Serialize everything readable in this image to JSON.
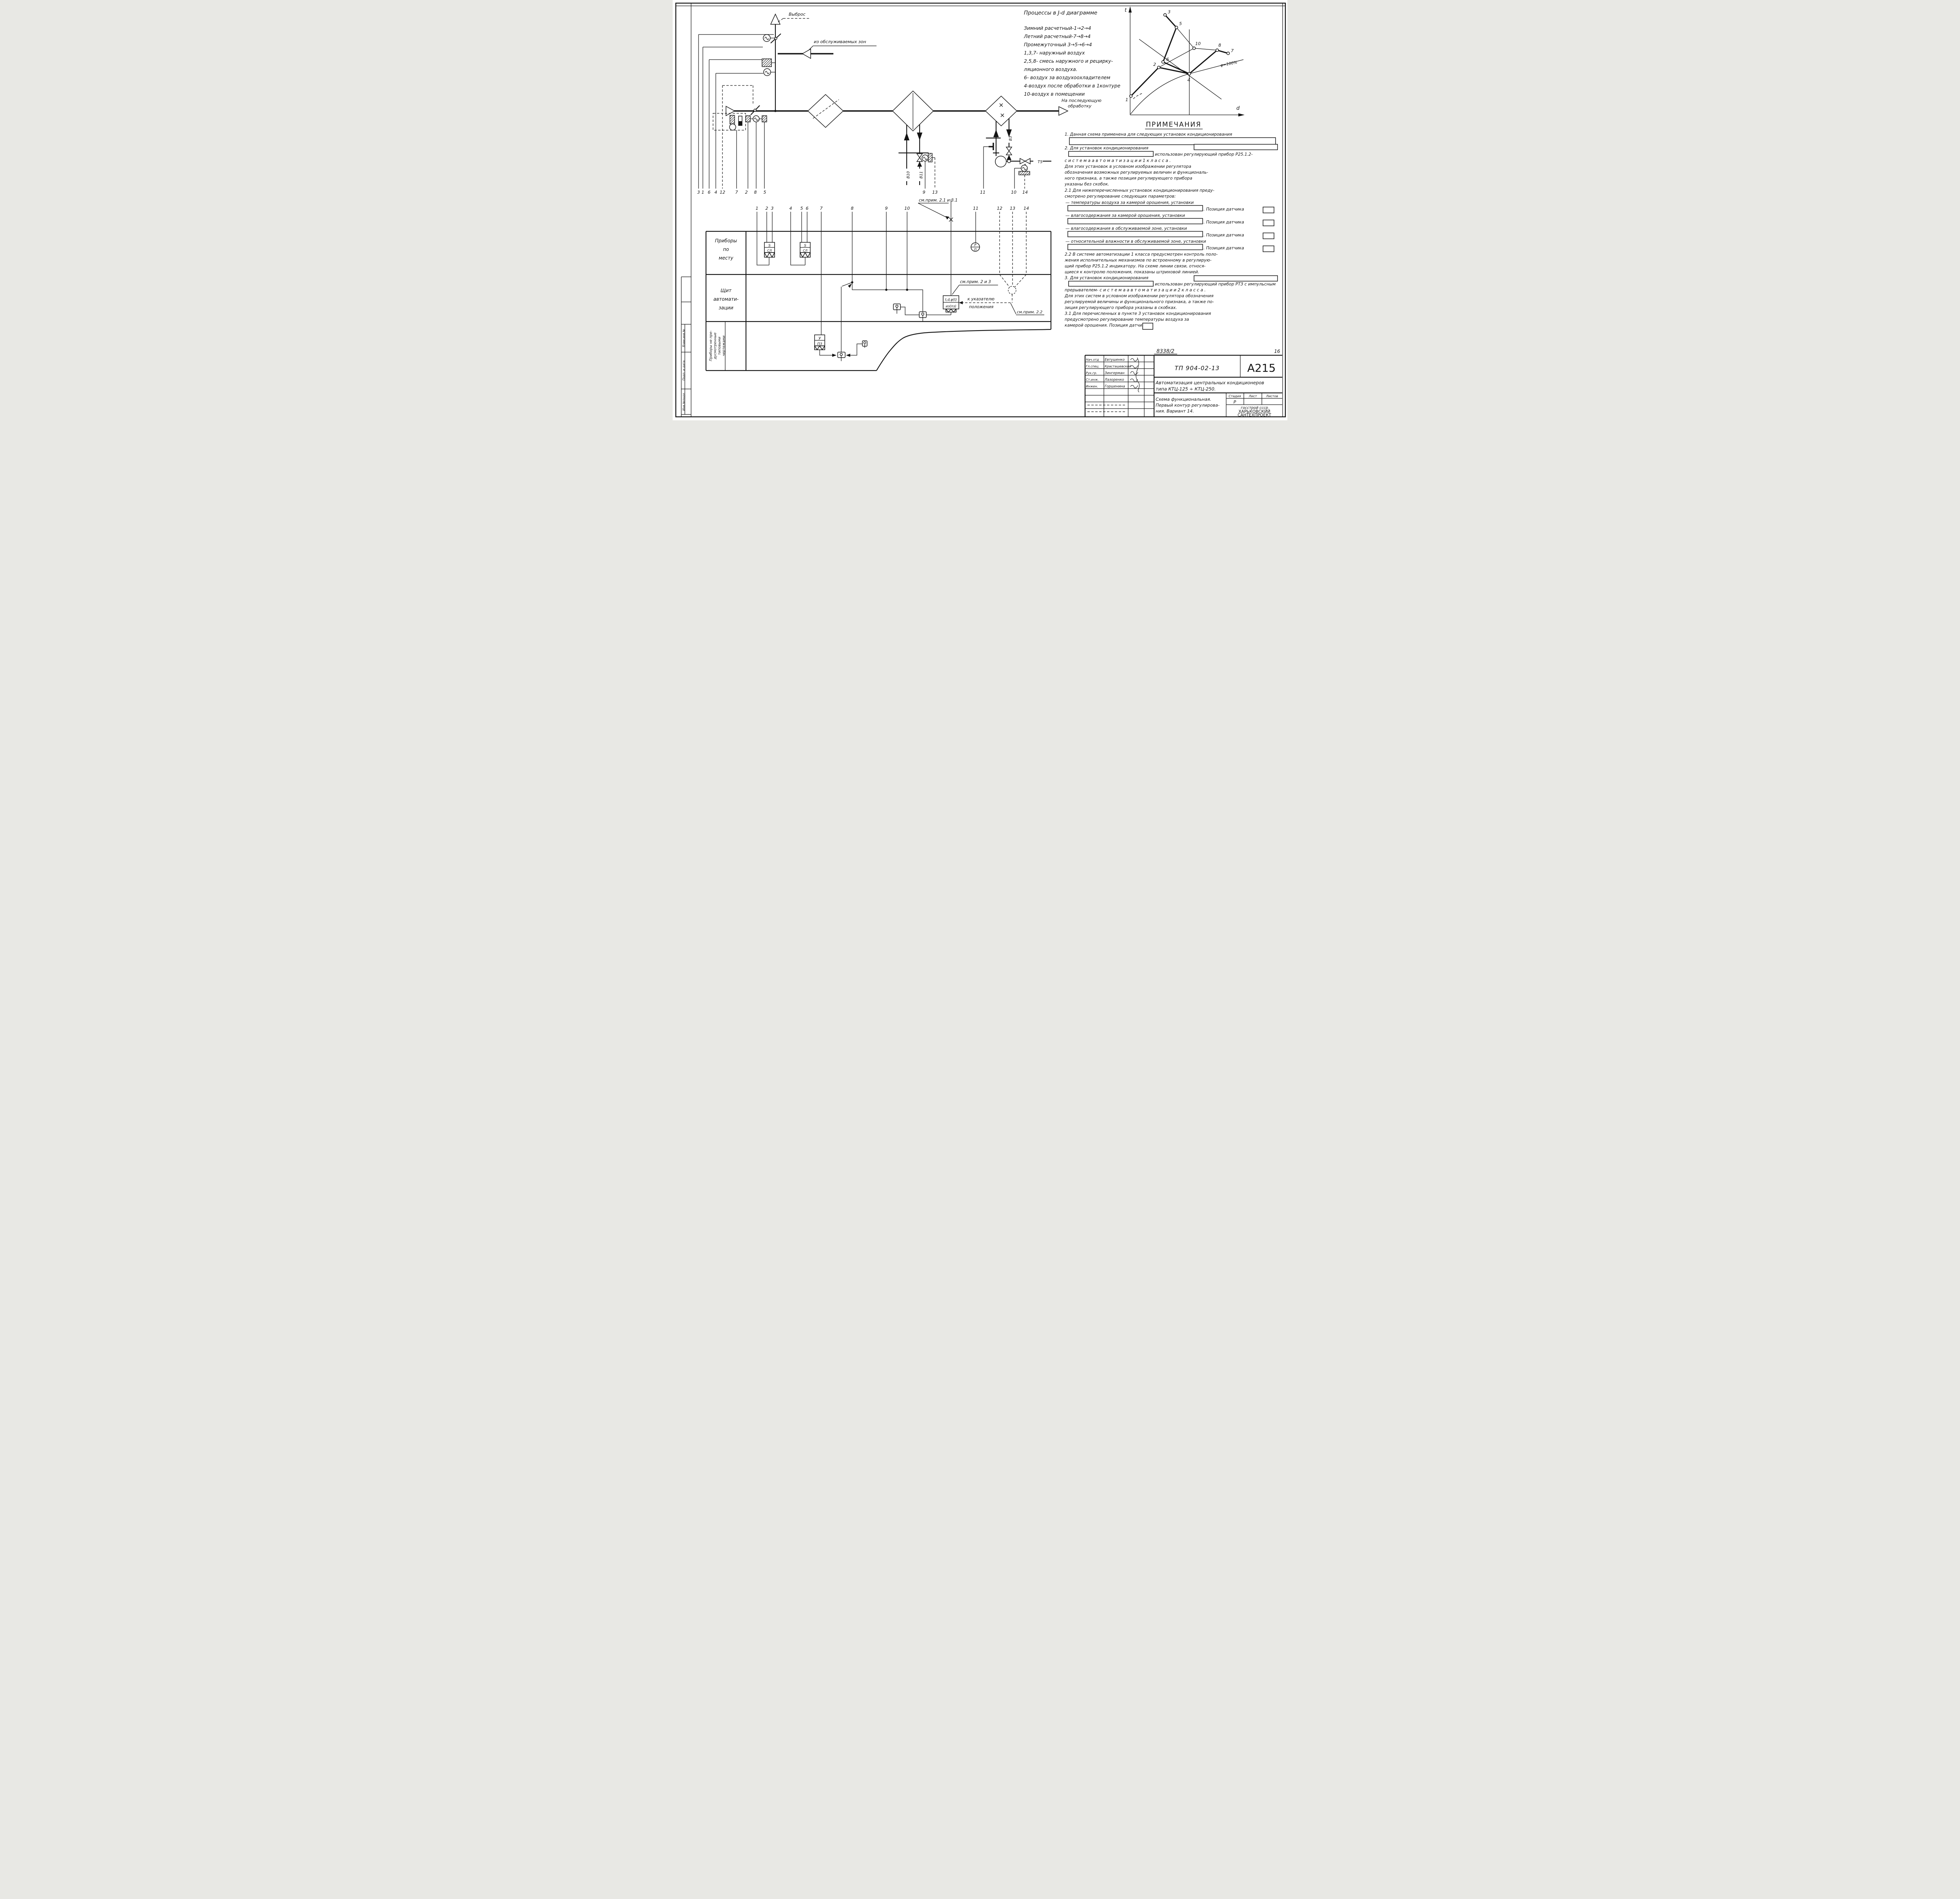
{
  "sidebar": {
    "cells": [
      "Взам.инв.№",
      "Подп. и дата",
      "Инв.№подл."
    ]
  },
  "exhaust": {
    "vybros": "Выброс",
    "from_zones": "из обслуживаемых зон",
    "next1": "На последующую",
    "next2": "обработку"
  },
  "wires": {
    "w3": "3",
    "w1": "1",
    "w6": "6",
    "w4": "4",
    "w12": "12",
    "w7": "7",
    "w2": "2",
    "w8": "8",
    "w5": "5",
    "w9": "9",
    "w13": "13",
    "w11": "11",
    "w10": "10",
    "w14": "14"
  },
  "pipes": {
    "v10": "В10",
    "v11": "В11",
    "v3": "В3",
    "t5": "Т5"
  },
  "processes": {
    "title": "Процессы в J-d диаграмме",
    "lines": [
      "Зимний расчетный-1→2→4",
      "Летний расчетный-7→8→4",
      "Промежуточный 3→5→6→4",
      "1,3,7- наружный воздух",
      "2,5,8- смесь наружного и рецирку-",
      "ляционного воздуха.",
      "6- воздух за воздухоохладителем",
      "4-воздух после обработки в 1контуре",
      "10-воздух в помещении"
    ]
  },
  "chart": {
    "t": "t",
    "d": "d",
    "phi": "φ=100%",
    "pts": {
      "p1": "1",
      "p2": "2",
      "p3": "3",
      "p4": "4",
      "p5": "5",
      "p6": "6",
      "p7": "7",
      "p8": "8",
      "p10": "10"
    }
  },
  "ann": {
    "see21": "см.прим. 2.1 и 3.1",
    "see23": "см.прим. 2 и 3",
    "ind1": "к указателю",
    "ind2": "положения",
    "see22": "см.прим. 2.2"
  },
  "table": {
    "row1": [
      "Приборы",
      "по",
      "месту"
    ],
    "row2": [
      "Щит",
      "автомати-",
      "зации"
    ],
    "row3": [
      "Приборы не пре-",
      "дусмотренные",
      "типовыми",
      "чертежами"
    ],
    "cols": [
      "1",
      "2",
      "3",
      "4",
      "5",
      "6",
      "7",
      "8",
      "9",
      "10",
      "11",
      "12",
      "13",
      "14"
    ],
    "sl_top": "S",
    "sl_bot": "СЛ",
    "u_top": "У",
    "u_bot": "ПЗ",
    "reg_top": "t,d,φ(t)",
    "reg_bot": "из(пз)",
    "pp_top": "Р",
    "pp_bot": "П"
  },
  "notes": {
    "title": "ПРИМЕЧАНИЯ",
    "lines": [
      "1. Данная схема применена для следующих установок кондиционирования",
      "2. Для установок кондиционирования",
      "использован регулирующий прибор Р25.1.2-",
      "с и с т е м а   а в т о м а т и з а ц и и   1   к л а с с а .",
      "Для этих установок в условном изображении регулятора",
      "обозначения возможных регулируемых величин и функциональ-",
      "ного признака, а также позиция регулирующего прибора",
      "указаны без скобок.",
      "2.1 Для нижеперечисленных установок кондиционирования преду-",
      "смотрено регулирование следующих параметров:",
      "— температуры воздуха за камерой орошения, установки",
      ". Позиция датчика",
      "— влагосодержания за камерой орошения, установки",
      ". Позиция датчика",
      "— влагосодержания в обслуживаемой зоне, установки",
      ". Позиция датчика",
      "— относительной влажности в обслуживаемой зоне, установки",
      ". Позиция датчика",
      "2.2 В системе автоматизации 1 класса предусмотрен контроль поло-",
      "жения исполнительных механизмов по встроенному в регулирую-",
      "щий прибор Р25.1.2 индикатору. На схеме линии связи, относя-",
      "щиеся к контролю положения, показаны штриховой линией.",
      "3. Для установок кондиционирования",
      "использован регулирующий прибор РТЗ с импульсным",
      "прерывателем- с и с т е м а   а в т о м а т и з а ц и и   2 к л а с с а .",
      "Для этих систем в условном изображении регулятора обозначения",
      "регулируемой величины и функционального признака, а также по-",
      "зиция регулирующего прибора указаны в скобках.",
      "3.1 Для перечисленных в пункте 3 установок кондиционирования",
      "предусмотрено регулирование температуры воздуха за",
      "камерой орошения. Позиция датчика"
    ]
  },
  "doc": {
    "num": "8338/2",
    "page": "16",
    "tp": "ТП 904-02-13",
    "code": "А215",
    "title1": "Автоматизация центральных кондиционеров",
    "title2": "типа  КТЦ-125 ÷ КТЦ-250.",
    "sch1": "Схема функциональная.",
    "sch2": "Первый контур регулирова-",
    "sch3": "ния. Вариант 14.",
    "stage_h": "Стадия",
    "list_h": "Лист",
    "lists_h": "Листов",
    "stage": "Р",
    "org1": "госстрой ссср",
    "org2": "ХАРЬКОВСКИЙ",
    "org3": "САНТЕХПРОЕКТ",
    "roles": [
      {
        "r": "Нач.отд",
        "n": "Евтушенко"
      },
      {
        "r": "Гл.спец.",
        "n": "Красташевский"
      },
      {
        "r": "Рук.гр.",
        "n": "Зингерман"
      },
      {
        "r": "Ст.инж.",
        "n": "Лазоренко"
      },
      {
        "r": "Инжен.",
        "n": "Горшенина"
      }
    ]
  }
}
